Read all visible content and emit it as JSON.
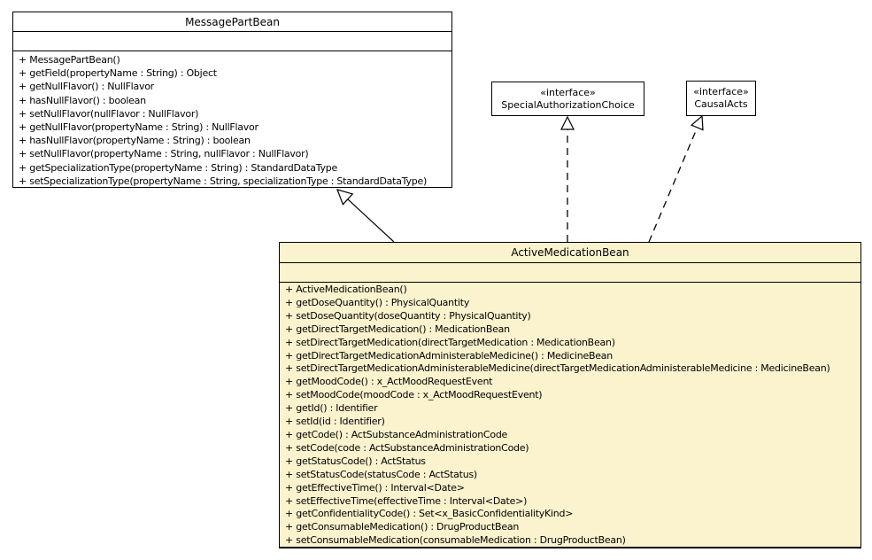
{
  "diagram": {
    "type": "uml-class-diagram",
    "colors": {
      "background": "#ffffff",
      "class_fill": "#ffffff",
      "highlight_class_fill": "#fbf3ce",
      "border": "#000000",
      "text": "#000000"
    },
    "classes": {
      "messagePartBean": {
        "name": "MessagePartBean",
        "attributes": [],
        "methods": [
          "+ MessagePartBean()",
          "+ getField(propertyName : String) : Object",
          "+ getNullFlavor() : NullFlavor",
          "+ hasNullFlavor() : boolean",
          "+ setNullFlavor(nullFlavor : NullFlavor)",
          "+ getNullFlavor(propertyName : String) : NullFlavor",
          "+ hasNullFlavor(propertyName : String) : boolean",
          "+ setNullFlavor(propertyName : String, nullFlavor : NullFlavor)",
          "+ getSpecializationType(propertyName : String) : StandardDataType",
          "+ setSpecializationType(propertyName : String, specializationType : StandardDataType)"
        ]
      },
      "specialAuthorizationChoice": {
        "stereotype": "«interface»",
        "name": "SpecialAuthorizationChoice"
      },
      "causalActs": {
        "stereotype": "«interface»",
        "name": "CausalActs"
      },
      "activeMedicationBean": {
        "name": "ActiveMedicationBean",
        "attributes": [],
        "methods": [
          "+ ActiveMedicationBean()",
          "+ getDoseQuantity() : PhysicalQuantity",
          "+ setDoseQuantity(doseQuantity : PhysicalQuantity)",
          "+ getDirectTargetMedication() : MedicationBean",
          "+ setDirectTargetMedication(directTargetMedication : MedicationBean)",
          "+ getDirectTargetMedicationAdministerableMedicine() : MedicineBean",
          "+ setDirectTargetMedicationAdministerableMedicine(directTargetMedicationAdministerableMedicine : MedicineBean)",
          "+ getMoodCode() : x_ActMoodRequestEvent",
          "+ setMoodCode(moodCode : x_ActMoodRequestEvent)",
          "+ getId() : Identifier",
          "+ setId(id : Identifier)",
          "+ getCode() : ActSubstanceAdministrationCode",
          "+ setCode(code : ActSubstanceAdministrationCode)",
          "+ getStatusCode() : ActStatus",
          "+ setStatusCode(statusCode : ActStatus)",
          "+ getEffectiveTime() : Interval<Date>",
          "+ setEffectiveTime(effectiveTime : Interval<Date>)",
          "+ getConfidentialityCode() : Set<x_BasicConfidentialityKind>",
          "+ getConsumableMedication() : DrugProductBean",
          "+ setConsumableMedication(consumableMedication : DrugProductBean)"
        ]
      }
    },
    "relationships": [
      {
        "type": "generalization",
        "from": "ActiveMedicationBean",
        "to": "MessagePartBean"
      },
      {
        "type": "realization",
        "from": "ActiveMedicationBean",
        "to": "SpecialAuthorizationChoice"
      },
      {
        "type": "realization",
        "from": "ActiveMedicationBean",
        "to": "CausalActs"
      }
    ]
  }
}
